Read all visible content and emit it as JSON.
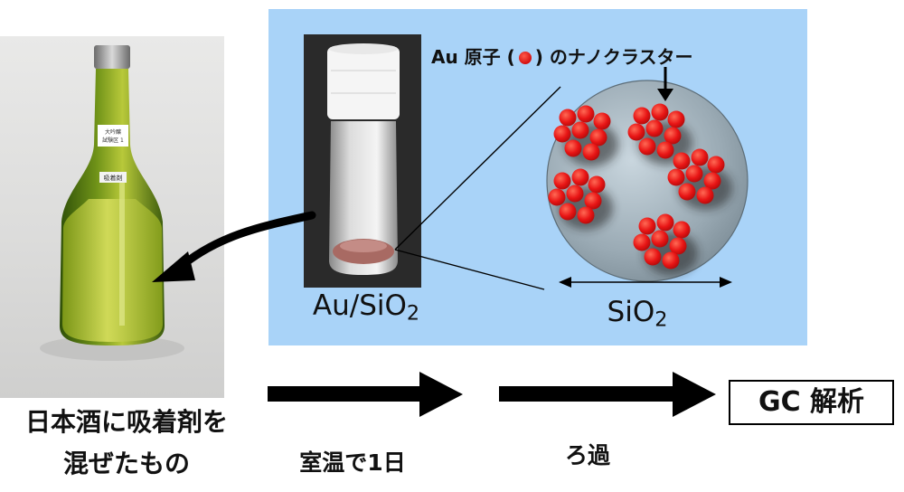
{
  "bottle": {
    "tag_top": "大吟醸\n試験区 1",
    "tag_bottom": "吸着剤"
  },
  "panel": {
    "catalyst_label": "Au/SiO",
    "catalyst_sub": "2",
    "cluster_title_pre": "Au 原子 (",
    "cluster_title_post": ") のナノクラスター",
    "support_label": "SiO",
    "support_sub": "2"
  },
  "captions": {
    "mix_line1": "日本酒に吸着剤を",
    "mix_line2": "混ぜたもの",
    "step1": "室温で1日",
    "step2": "ろ過",
    "analysis": "GC 解析"
  },
  "colors": {
    "panel_bg": "#a9d3f8",
    "sphere": "#ee1c1c",
    "sake": "#b9c733",
    "glass": "#3f6a12"
  }
}
